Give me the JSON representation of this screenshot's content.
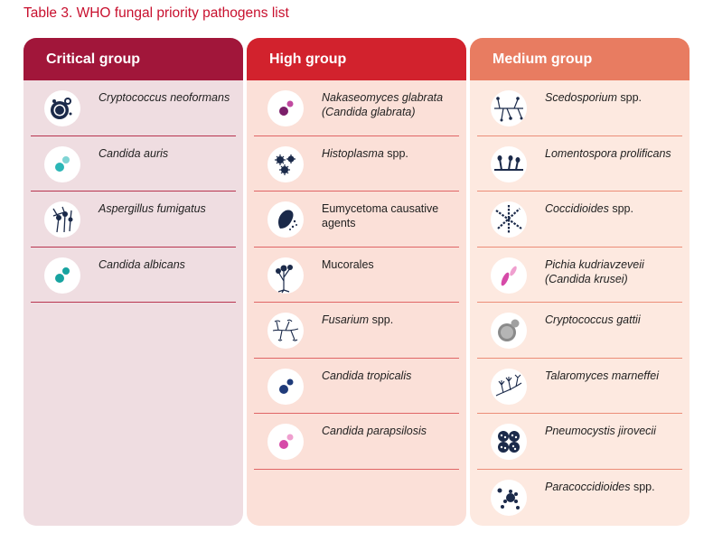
{
  "caption": "Table 3. WHO fungal priority pathogens list",
  "colors": {
    "critical_header": "#a1163a",
    "critical_bg": "#efdde1",
    "high_header": "#d2222d",
    "high_bg": "#fbe0d8",
    "medium_header": "#e87c61",
    "medium_bg": "#fde9e0",
    "caption": "#c8102e"
  },
  "critical": {
    "title": "Critical group",
    "items": [
      {
        "name": "Cryptococcus neoformans",
        "icon": "cryptococcus-icon"
      },
      {
        "name": "Candida auris",
        "icon": "candida-icon"
      },
      {
        "name": "Aspergillus fumigatus",
        "icon": "aspergillus-icon"
      },
      {
        "name": "Candida albicans",
        "icon": "candida-icon"
      }
    ]
  },
  "high": {
    "title": "High group",
    "items": [
      {
        "name": "Nakaseomyces glabrata",
        "extra": "(Candida glabrata)",
        "icon": "yeast-icon"
      },
      {
        "name": "Histoplasma",
        "suffix": " spp.",
        "icon": "histoplasma-icon"
      },
      {
        "name": "Eumycetoma causative agents",
        "icon": "eumycetoma-icon"
      },
      {
        "name": "Mucorales",
        "icon": "mucorales-icon"
      },
      {
        "name": "Fusarium",
        "suffix": " spp.",
        "icon": "fusarium-icon"
      },
      {
        "name": "Candida tropicalis",
        "icon": "candida-icon"
      },
      {
        "name": "Candida parapsilosis",
        "icon": "candida-icon"
      }
    ]
  },
  "medium": {
    "title": "Medium group",
    "items": [
      {
        "name": "Scedosporium",
        "suffix": " spp.",
        "icon": "scedosporium-icon"
      },
      {
        "name": "Lomentospora prolificans",
        "icon": "lomentospora-icon"
      },
      {
        "name": "Coccidioides",
        "suffix": " spp.",
        "icon": "coccidioides-icon"
      },
      {
        "name": "Pichia kudriavzeveii",
        "extra": "(Candida krusei)",
        "icon": "pichia-icon"
      },
      {
        "name": "Cryptococcus gattii",
        "icon": "cryptococcus-icon"
      },
      {
        "name": "Talaromyces marneffei",
        "icon": "talaromyces-icon"
      },
      {
        "name": "Pneumocystis jirovecii",
        "icon": "pneumocystis-icon"
      },
      {
        "name": "Paracoccidioides",
        "suffix": " spp.",
        "icon": "paracoccidioides-icon"
      }
    ]
  }
}
